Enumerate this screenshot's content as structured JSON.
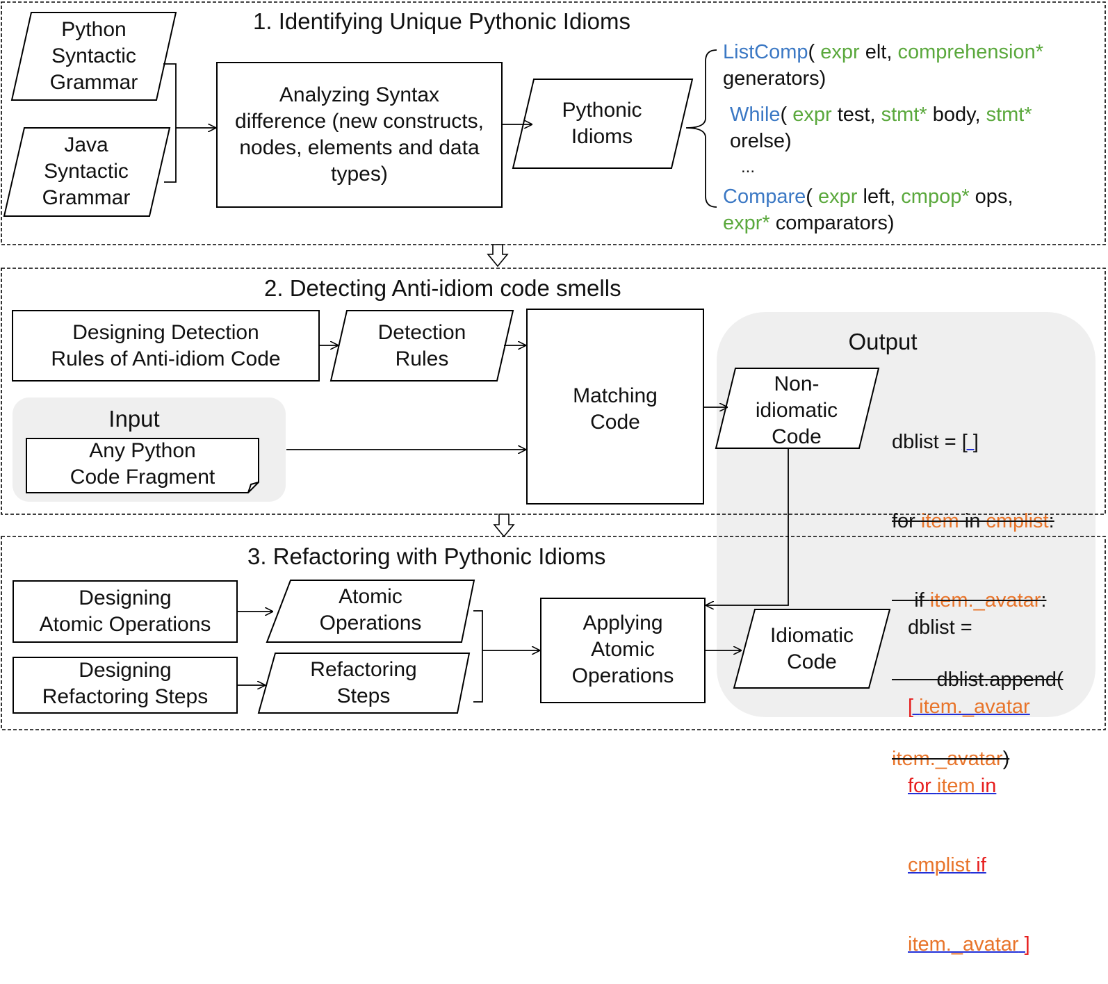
{
  "section1": {
    "title": "1. Identifying Unique Pythonic Idioms",
    "python_grammar": [
      "Python",
      "Syntactic",
      "Grammar"
    ],
    "java_grammar": [
      "Java",
      "Syntactic",
      "Grammar"
    ],
    "analyzing": [
      "Analyzing Syntax",
      "difference (new constructs,",
      "nodes, elements and data",
      "types)"
    ],
    "pythonic_idioms": [
      "Pythonic",
      "Idioms"
    ],
    "idiom_list": {
      "listcomp": {
        "name": "ListComp",
        "open": "(",
        "t1": "expr",
        "v1": " elt, ",
        "t2": "comprehension*",
        "v2": "generators)"
      },
      "while": {
        "name": "While",
        "open": "(",
        "t1": "expr",
        "v1": " test, ",
        "t2": "stmt*",
        "v2": " body, ",
        "t3": "stmt*",
        "v3": "orelse)"
      },
      "ellipsis": "...",
      "compare": {
        "name": "Compare",
        "open": "(",
        "t1": "expr",
        "v1": " left, ",
        "t2": "cmpop*",
        "v2": " ops,",
        "t3": "expr*",
        "v3": " comparators)"
      }
    }
  },
  "section2": {
    "title": "2. Detecting Anti-idiom code smells",
    "designing_detection": [
      "Designing Detection",
      "Rules of Anti-idiom Code"
    ],
    "detection_rules": [
      "Detection",
      "Rules"
    ],
    "input_label": "Input",
    "any_python": [
      "Any Python",
      "Code Fragment"
    ],
    "matching": [
      "Matching",
      "Code"
    ],
    "output_label": "Output",
    "non_idiomatic": [
      "Non-",
      "idiomatic",
      "Code"
    ],
    "anti_code": {
      "l1a": "dblist = ",
      "l1b": "[ ]",
      "l2a": "for ",
      "l2b": "item",
      "l2c": " in ",
      "l2d": "cmplist",
      "l2e": ":",
      "l3a": "    if ",
      "l3b": "item._avatar",
      "l3c": ":",
      "l4a": "        dblist.append(",
      "l5a": "item._avatar",
      "l5b": ")"
    }
  },
  "section3": {
    "title": "3. Refactoring with Pythonic Idioms",
    "designing_atomic": [
      "Designing",
      "Atomic Operations"
    ],
    "atomic_ops": [
      "Atomic",
      "Operations"
    ],
    "designing_steps": [
      "Designing",
      "Refactoring Steps"
    ],
    "refactoring_steps": [
      "Refactoring",
      "Steps"
    ],
    "applying": [
      "Applying",
      "Atomic",
      "Operations"
    ],
    "idiomatic": [
      "Idiomatic",
      "Code"
    ],
    "idiom_code": {
      "l1": "dblist =",
      "l2a": "[ ",
      "l2b": "item._avatar",
      "l3a": "for ",
      "l3b": "item",
      "l3c": " in",
      "l4a": "cmplist",
      "l4b": " if",
      "l5a": "item._avatar",
      "l5b": " ]"
    }
  },
  "colors": {
    "type_name": "#3b78c4",
    "type_field": "#5aa83c",
    "variable": "#e8742a",
    "keyword_added": "#e61d1d",
    "underline": "#2230d8",
    "panel": "#efefef"
  }
}
